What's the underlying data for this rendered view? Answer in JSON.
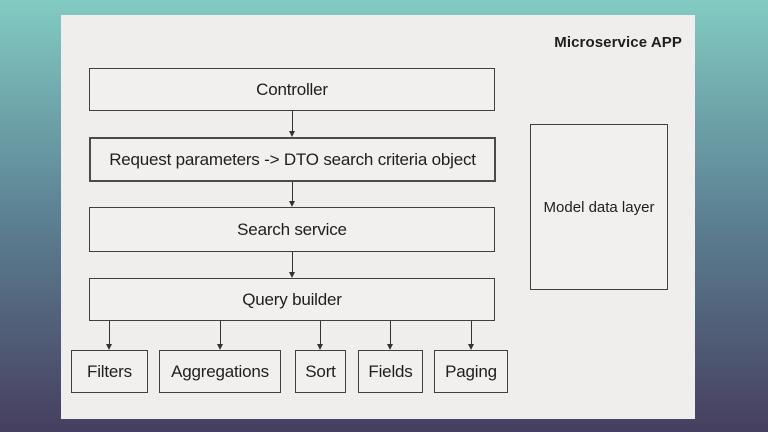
{
  "slide": {
    "title": "Microservice APP"
  },
  "diagram": {
    "flow_nodes": [
      {
        "label": "Controller"
      },
      {
        "label": "Request parameters -> DTO search criteria object"
      },
      {
        "label": "Search service"
      },
      {
        "label": "Query builder"
      }
    ],
    "leaf_nodes": [
      {
        "label": "Filters"
      },
      {
        "label": "Aggregations"
      },
      {
        "label": "Sort"
      },
      {
        "label": "Fields"
      },
      {
        "label": "Paging"
      }
    ],
    "side_node": {
      "label": "Model data layer"
    },
    "edges": [
      {
        "from": "Controller",
        "to": "Request parameters -> DTO search criteria object"
      },
      {
        "from": "Request parameters -> DTO search criteria object",
        "to": "Search service"
      },
      {
        "from": "Search service",
        "to": "Query builder"
      },
      {
        "from": "Query builder",
        "to": "Filters"
      },
      {
        "from": "Query builder",
        "to": "Aggregations"
      },
      {
        "from": "Query builder",
        "to": "Sort"
      },
      {
        "from": "Query builder",
        "to": "Fields"
      },
      {
        "from": "Query builder",
        "to": "Paging"
      }
    ]
  },
  "colors": {
    "background_gradient_top": "#82cbc2",
    "background_gradient_middle": "#5d8494",
    "background_gradient_bottom": "#463f5f",
    "panel_background": "#efeeec",
    "node_fill": "#f1f0ee",
    "node_border": "#3f3f3f",
    "text": "#1e1e1e"
  }
}
